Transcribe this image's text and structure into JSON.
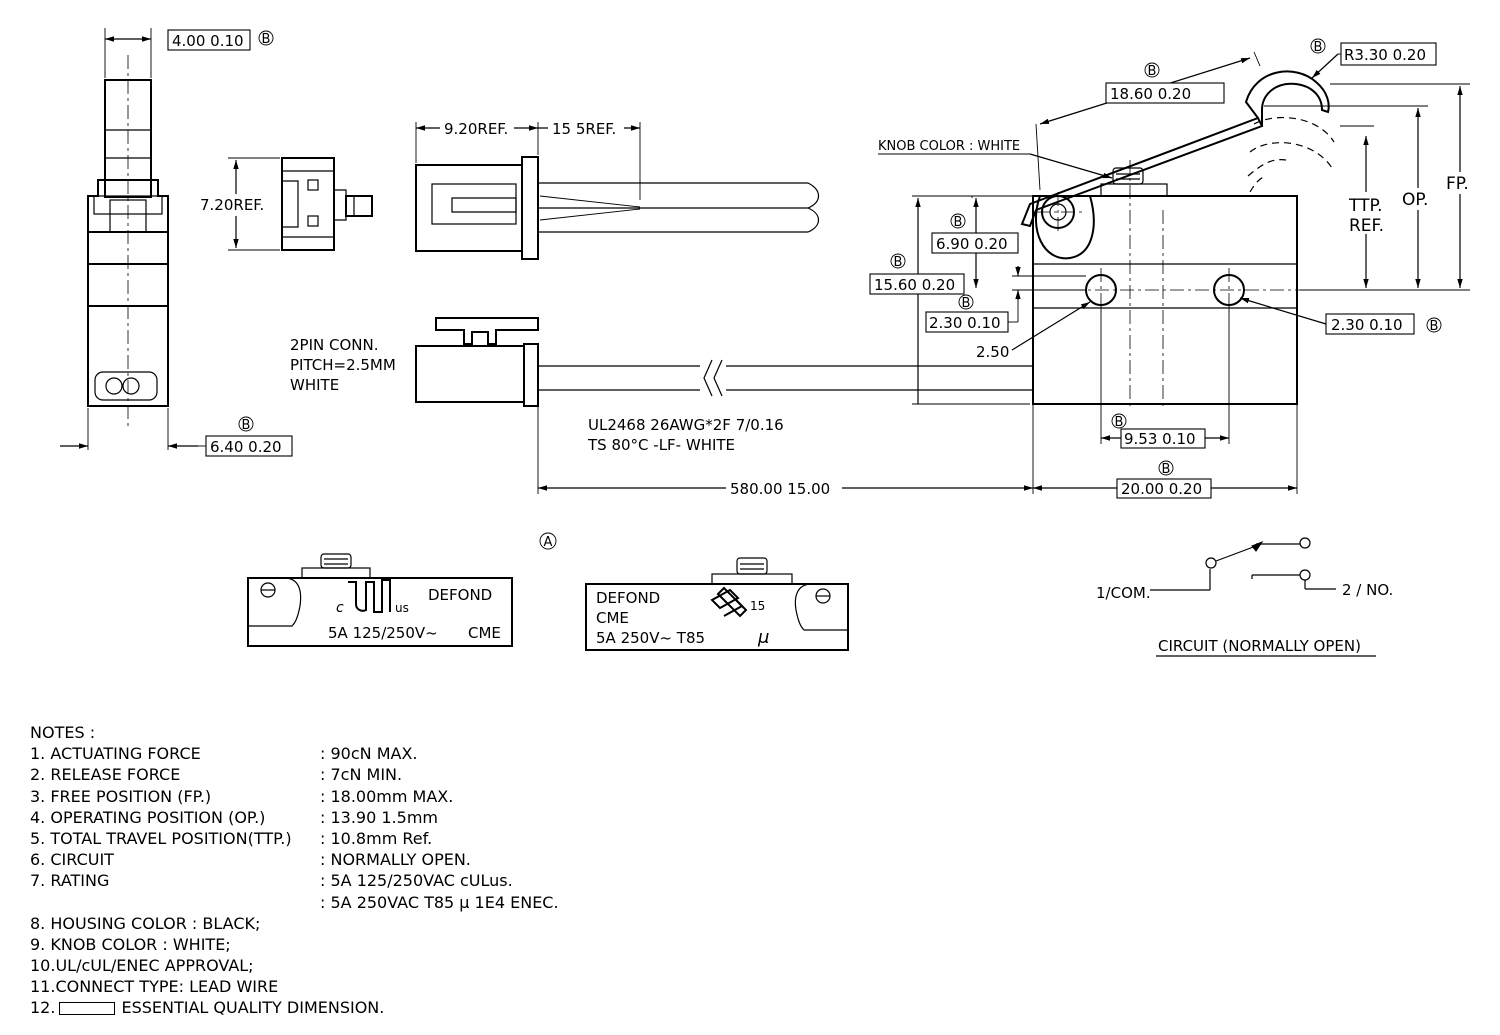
{
  "dims": {
    "width_top": "4.00  0.10",
    "width_bottom": "6.40  0.20",
    "conn_height": "7.20REF.",
    "conn_length": "9.20REF.",
    "lead_strip": "15  5REF.",
    "lever_length": "18.60  0.20",
    "roller_radius": "R3.30  0.20",
    "knob_color": "KNOB COLOR : WHITE",
    "h_690": "6.90  0.20",
    "h_1560": "15.60  0.20",
    "h_230_left": "2.30  0.10",
    "hole_dia": "2.50",
    "h_230_right": "2.30  0.10",
    "hole_pitch": "9.53  0.10",
    "body_length": "20.00  0.20",
    "wire_length": "580.00  15.00",
    "ttp": "TTP.",
    "ttp_ref": "REF.",
    "op": "OP.",
    "fp": "FP."
  },
  "markers": {
    "b": "B",
    "a": "A"
  },
  "connector": {
    "line1": "2PIN CONN.",
    "line2": "PITCH=2.5MM",
    "line3": "WHITE"
  },
  "wire": {
    "line1": "UL2468 26AWG*2F 7/0.16",
    "line2": "TS 80°C -LF- WHITE"
  },
  "label_left": {
    "brand": "DEFOND",
    "ul_c": "c",
    "ul_us": "us",
    "rating": "5A  125/250V~",
    "code": "CME"
  },
  "label_right": {
    "brand": "DEFOND",
    "code": "CME",
    "rating": "5A  250V~  T85",
    "mu": "μ",
    "enec_num": "15"
  },
  "circuit": {
    "com": "1/COM.",
    "no": "2 / NO.",
    "caption": "CIRCUIT (NORMALLY OPEN)"
  },
  "notes": {
    "title": "NOTES :",
    "items": [
      {
        "label": "1. ACTUATING FORCE",
        "value": ": 90cN MAX."
      },
      {
        "label": "2. RELEASE FORCE",
        "value": ": 7cN MIN."
      },
      {
        "label": "3. FREE POSITION (FP.)",
        "value": ": 18.00mm MAX."
      },
      {
        "label": "4. OPERATING POSITION (OP.)",
        "value": ": 13.90    1.5mm"
      },
      {
        "label": "5. TOTAL TRAVEL POSITION(TTP.)",
        "value": ": 10.8mm Ref."
      },
      {
        "label": "6. CIRCUIT",
        "value": ": NORMALLY OPEN."
      },
      {
        "label": "7. RATING",
        "value": ": 5A 125/250VAC cULus."
      },
      {
        "label": "",
        "value": ": 5A 250VAC T85  μ  1E4 ENEC."
      },
      {
        "label": "8. HOUSING COLOR : BLACK;",
        "value": ""
      },
      {
        "label": "9. KNOB COLOR  : WHITE;",
        "value": ""
      },
      {
        "label": "10.UL/cUL/ENEC  APPROVAL;",
        "value": ""
      },
      {
        "label": "11.CONNECT TYPE: LEAD WIRE",
        "value": ""
      }
    ],
    "last_prefix": "12.",
    "last_text": "ESSENTIAL QUALITY DIMENSION."
  }
}
